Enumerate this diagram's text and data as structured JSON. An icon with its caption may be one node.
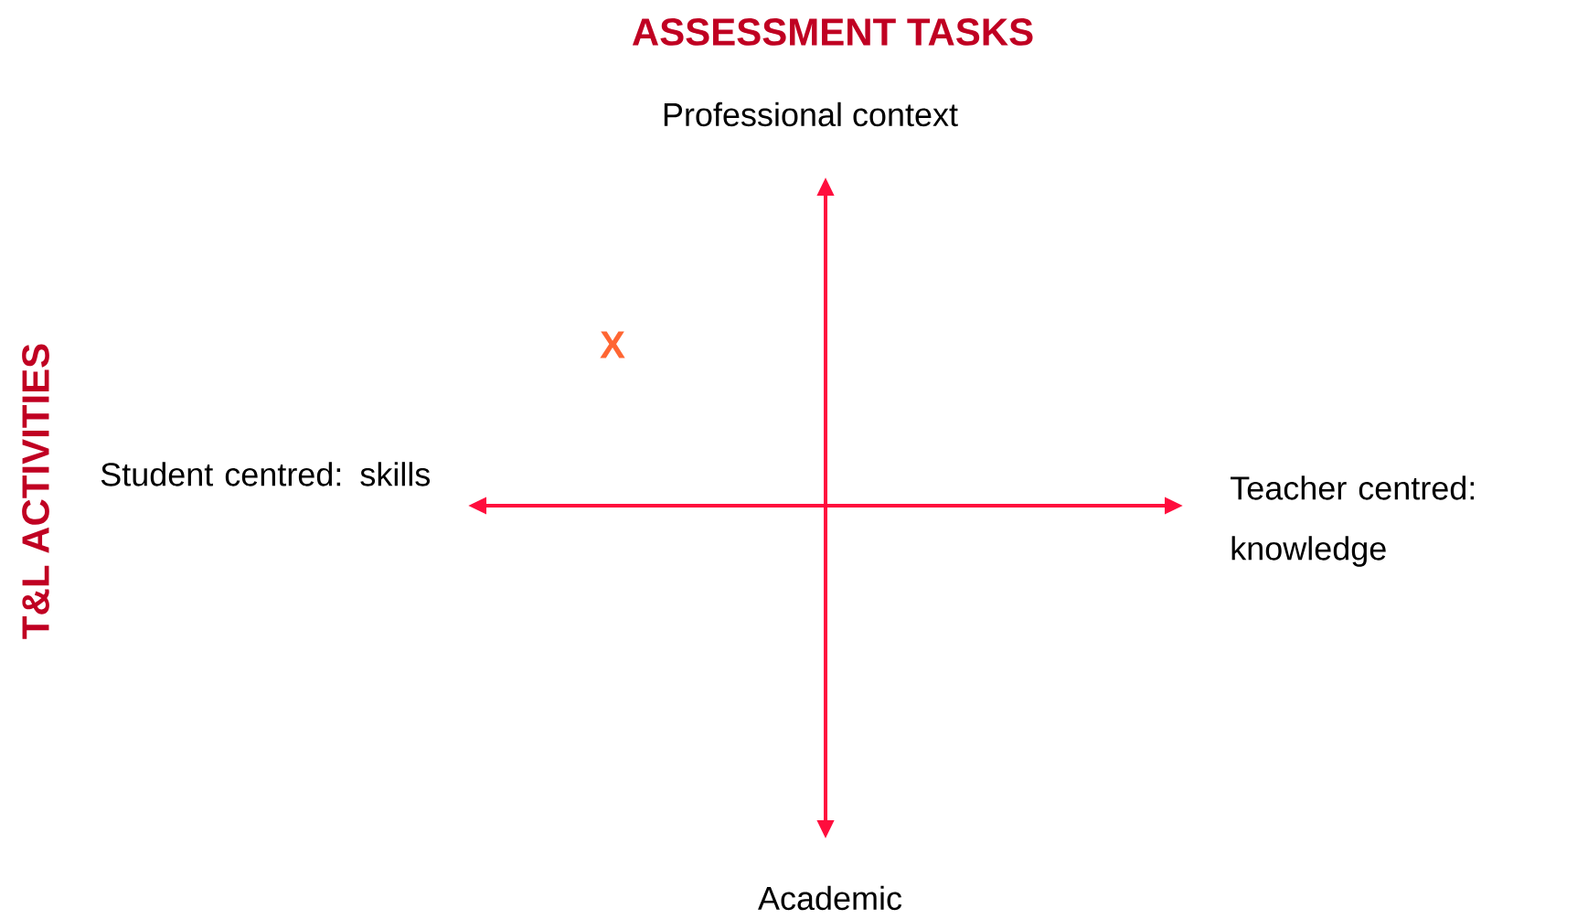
{
  "diagram": {
    "title": "ASSESSMENT TASKS",
    "labels": [
      "Professional context",
      "T&L ACTIVITIES",
      "X",
      "Student centred: skills",
      "Teacher centred: knowledge",
      "Academic"
    ]
  }
}
